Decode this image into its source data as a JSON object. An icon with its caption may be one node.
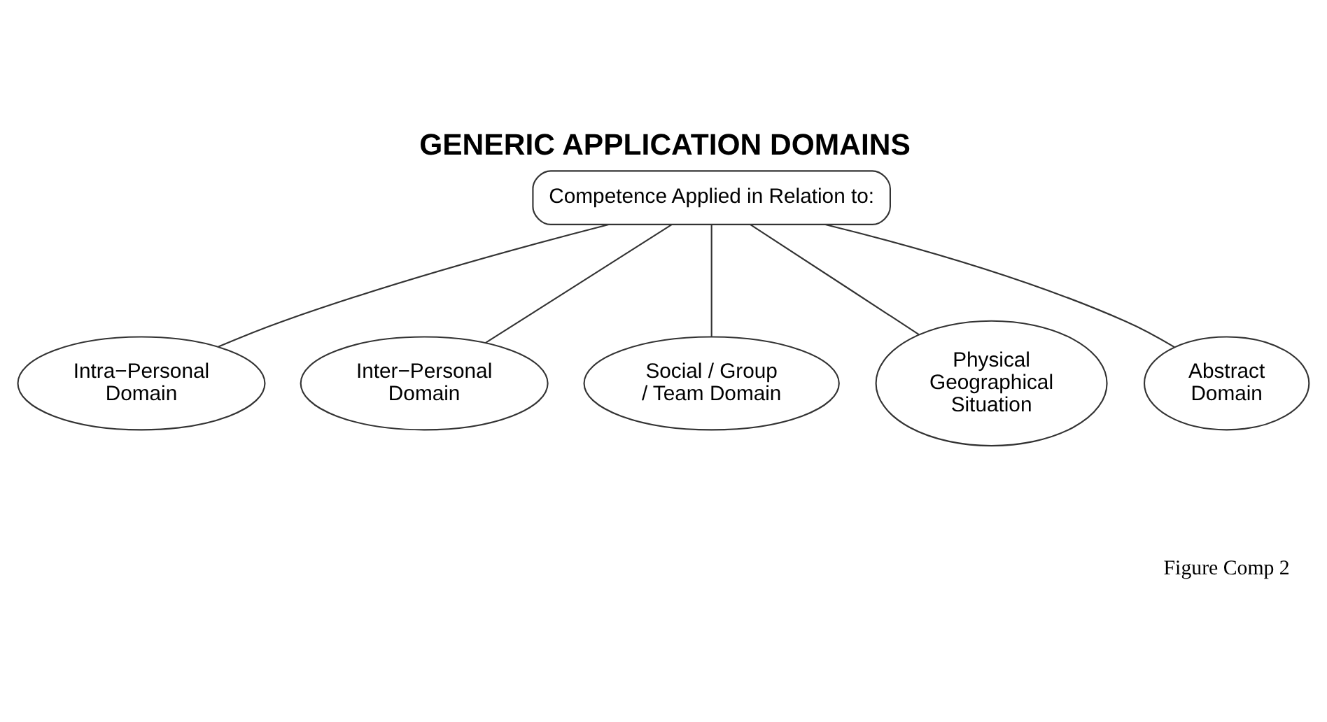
{
  "diagram": {
    "title": "GENERIC APPLICATION DOMAINS",
    "nodes": [
      {
        "text": [
          "Competence Applied in Relation to:"
        ]
      },
      {
        "text": [
          "Intra−Personal Domain"
        ]
      },
      {
        "text": [
          "Inter−Personal Domain"
        ]
      },
      {
        "text": [
          "Social / Group / Team Domain"
        ]
      },
      {
        "text": [
          "Physical Geographical Situation"
        ]
      },
      {
        "text": [
          "Abstract Domain"
        ]
      }
    ],
    "edges": [
      {
        "from": 0,
        "to": 1,
        "arrow": "none"
      },
      {
        "from": 0,
        "to": 2,
        "arrow": "none"
      },
      {
        "from": 0,
        "to": 3,
        "arrow": "none"
      },
      {
        "from": 0,
        "to": 4,
        "arrow": "none"
      },
      {
        "from": 0,
        "to": 5,
        "arrow": "none"
      }
    ],
    "labels": [
      "Figure Comp 2"
    ]
  }
}
